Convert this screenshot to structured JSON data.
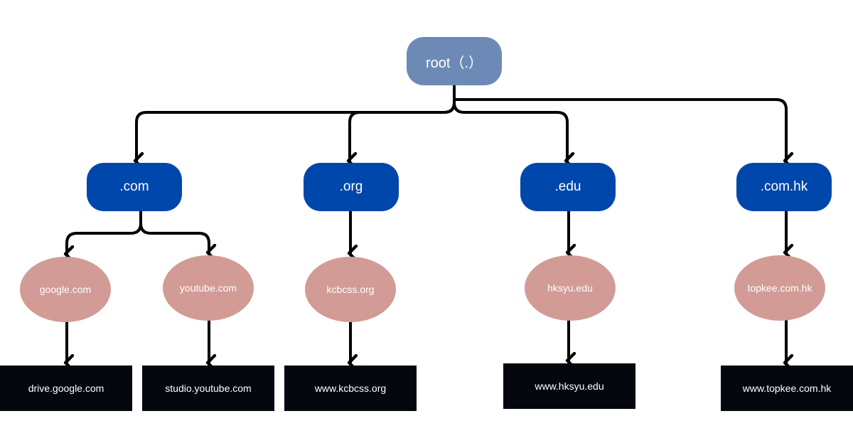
{
  "root": {
    "label": "root（.）"
  },
  "tlds": [
    {
      "label": ".com"
    },
    {
      "label": ".org"
    },
    {
      "label": ".edu"
    },
    {
      "label": ".com.hk"
    }
  ],
  "domains": [
    {
      "label": "google.com"
    },
    {
      "label": "youtube.com"
    },
    {
      "label": "kcbcss.org"
    },
    {
      "label": "hksyu.edu"
    },
    {
      "label": "topkee.com.hk"
    }
  ],
  "hosts": [
    {
      "label": "drive.google.com"
    },
    {
      "label": "studio.youtube.com"
    },
    {
      "label": "www.kcbcss.org"
    },
    {
      "label": "www.hksyu.edu"
    },
    {
      "label": "www.topkee.com.hk"
    }
  ],
  "colors": {
    "root": "#6d8ab7",
    "tld": "#0047ab",
    "domain": "#d29b96",
    "host": "#05070f",
    "connector": "#000000"
  }
}
